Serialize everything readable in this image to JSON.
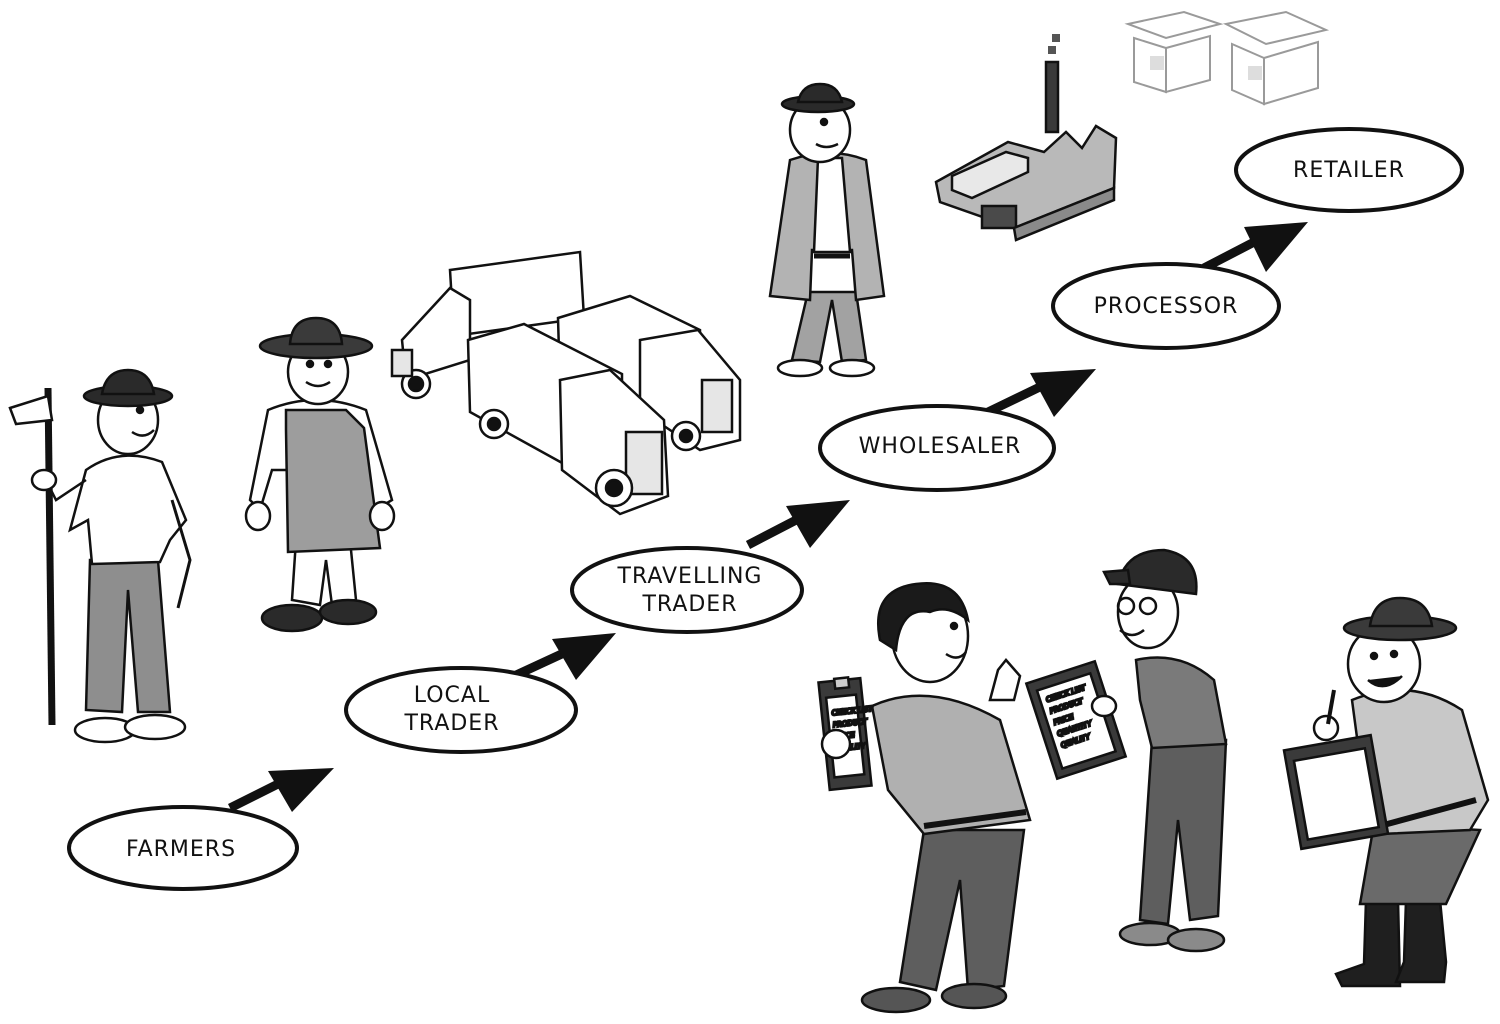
{
  "diagram": {
    "nodes": {
      "farmers": "FARMERS",
      "local_trader_1": "LOCAL",
      "local_trader_2": "TRADER",
      "travelling_trader_1": "TRAVELLING",
      "travelling_trader_2": "TRADER",
      "wholesaler": "WHOLESALER",
      "processor": "PROCESSOR",
      "retailer": "RETAILER"
    },
    "flow": [
      "FARMERS",
      "LOCAL TRADER",
      "TRAVELLING TRADER",
      "WHOLESALER",
      "PROCESSOR",
      "RETAILER"
    ],
    "clipboards": {
      "left": [
        "CHECK LIST",
        "PRODUCT",
        "PRICE",
        "QUALITY"
      ],
      "middle": [
        "CHECK LIST",
        "PRODUCT",
        "PRICE",
        "QUANTITY",
        "QUALITY"
      ]
    }
  },
  "colors": {
    "ink": "#111111",
    "light_gray": "#d8d8d8",
    "mid_gray": "#9a9a9a",
    "dark_gray": "#5e5e5e",
    "background": "#ffffff"
  }
}
